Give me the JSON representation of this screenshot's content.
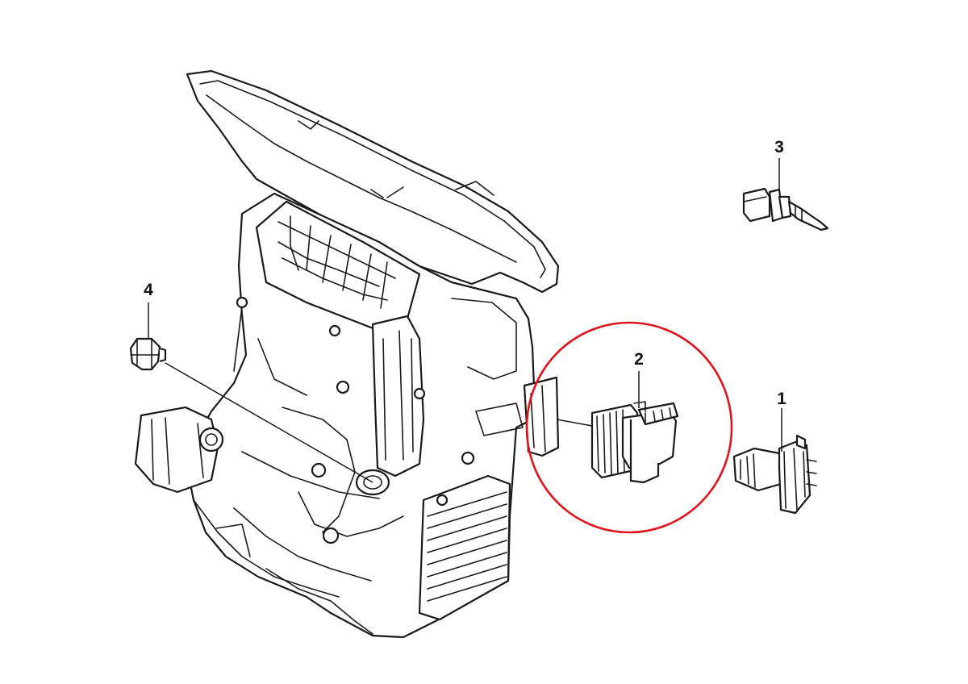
{
  "callouts": [
    {
      "id": "1",
      "label": "1"
    },
    {
      "id": "2",
      "label": "2"
    },
    {
      "id": "3",
      "label": "3"
    },
    {
      "id": "4",
      "label": "4"
    }
  ],
  "highlight_color": "#e0141c",
  "icons": {
    "heater_housing": "hvac-heater-housing-icon",
    "part1": "blower-resistor-icon",
    "part2": "blower-regulator-module-icon",
    "part3": "temperature-sensor-icon",
    "part4": "actuator-motor-icon"
  }
}
